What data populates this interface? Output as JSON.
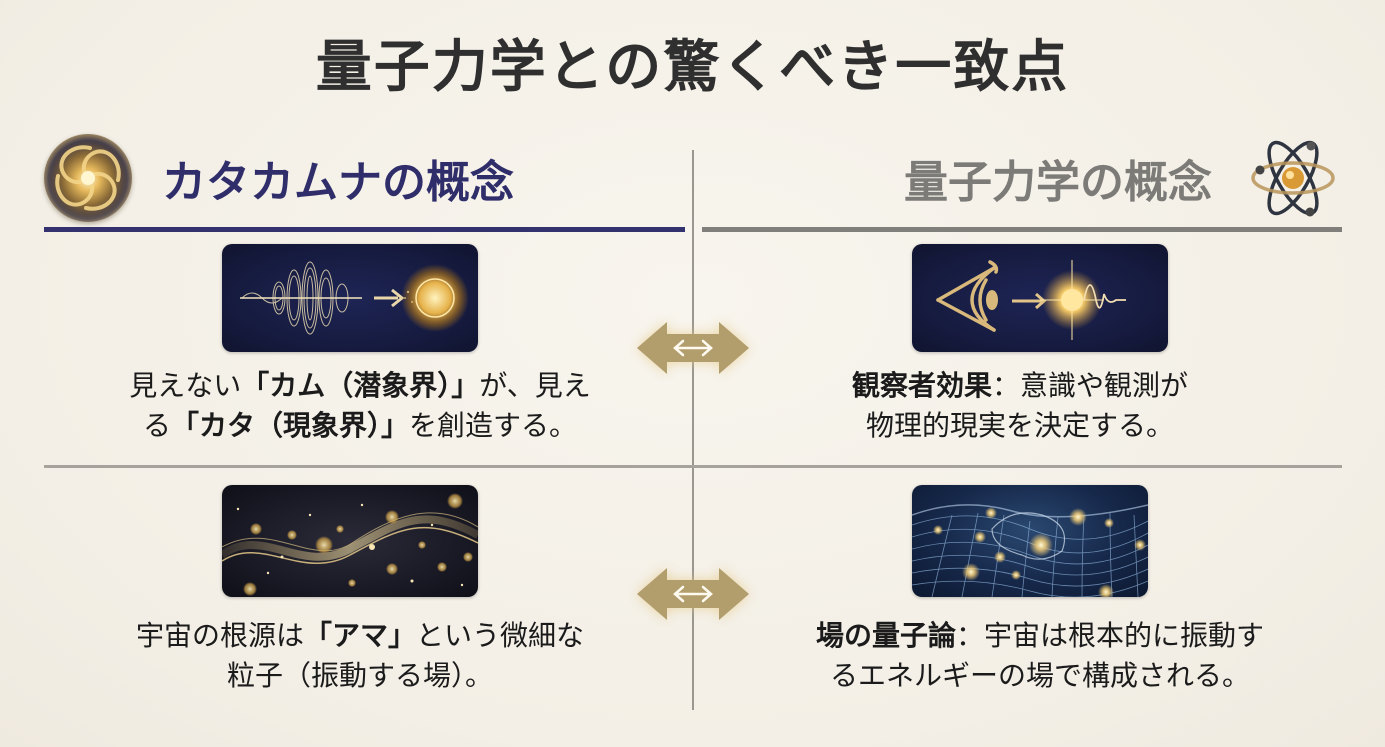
{
  "title": "量子力学との驚くべき一致点",
  "columns": {
    "left": {
      "header": "カタカムナの概念",
      "icon": "golden-swirl-orb-icon",
      "accent_color": "#34316f"
    },
    "right": {
      "header": "量子力学の概念",
      "icon": "atom-icon",
      "accent_color": "#807f7b"
    }
  },
  "rows": [
    {
      "left": {
        "image": "wave-to-particle-illustration",
        "text": {
          "p1": "見えない",
          "b1": "「カム（潜象界）」",
          "p2": "が、見え",
          "p3": "る",
          "b2": "「カタ（現象界）」",
          "p4": "を創造する。"
        }
      },
      "connector": "double-arrow-icon",
      "right": {
        "image": "eye-observing-particle-illustration",
        "text": {
          "b1": "観察者効果",
          "p1": "：意識や観測が",
          "p2": "物理的現実を決定する。"
        }
      }
    },
    {
      "left": {
        "image": "golden-particle-wave-illustration",
        "text": {
          "p1": "宇宙の根源は",
          "b1": "「アマ」",
          "p2": "という微細な",
          "p3": "粒子（振動する場）。"
        }
      },
      "connector": "double-arrow-icon",
      "right": {
        "image": "quantum-field-grid-illustration",
        "text": {
          "b1": "場の量子論",
          "p1": "：宇宙は根本的に振動す",
          "p2": "るエネルギーの場で構成される。"
        }
      }
    }
  ],
  "colors": {
    "background": "#f5f1e9",
    "title": "#2f2f2f",
    "gold_arrow": "#b09a68",
    "divider": "#9a9790"
  }
}
